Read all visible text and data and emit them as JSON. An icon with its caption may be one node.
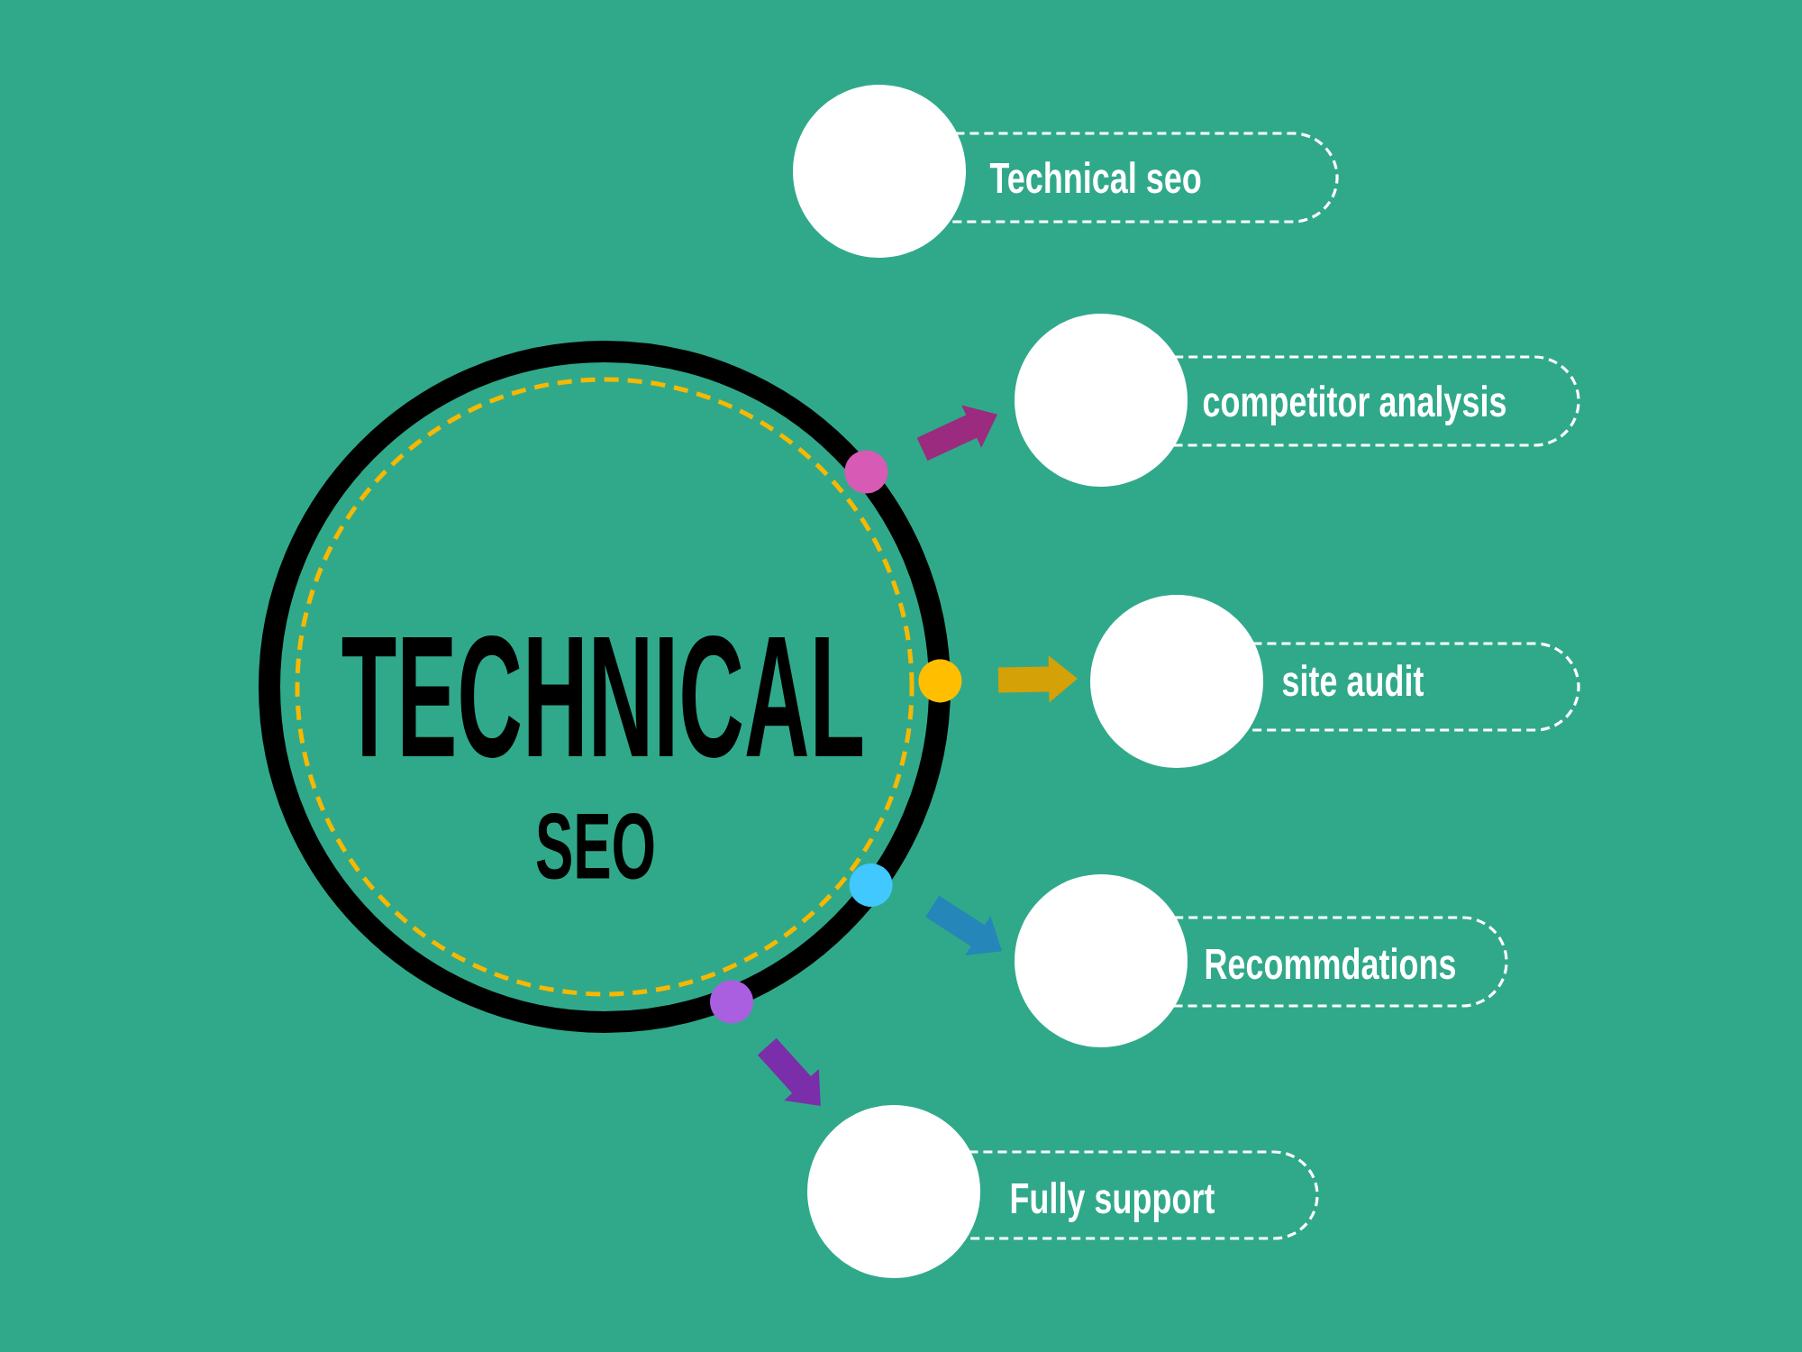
{
  "diagram": {
    "nodes": [
      {
        "text": [
          "TECHNICAL",
          "SEO"
        ]
      },
      {
        "text": [
          "Technical seo"
        ]
      },
      {
        "text": [
          "competitor analysis"
        ]
      },
      {
        "text": [
          "site audit"
        ]
      },
      {
        "text": [
          "Recommdations"
        ]
      },
      {
        "text": [
          "Fully support"
        ]
      }
    ],
    "edges": [
      {
        "from": 0,
        "to": 2,
        "arrow": "to",
        "color": "#9b2b7e"
      },
      {
        "from": 0,
        "to": 3,
        "arrow": "to",
        "color": "#d4a106"
      },
      {
        "from": 0,
        "to": 4,
        "arrow": "to",
        "color": "#2486b9"
      },
      {
        "from": 0,
        "to": 5,
        "arrow": "to",
        "color": "#7a2ea9"
      }
    ]
  }
}
